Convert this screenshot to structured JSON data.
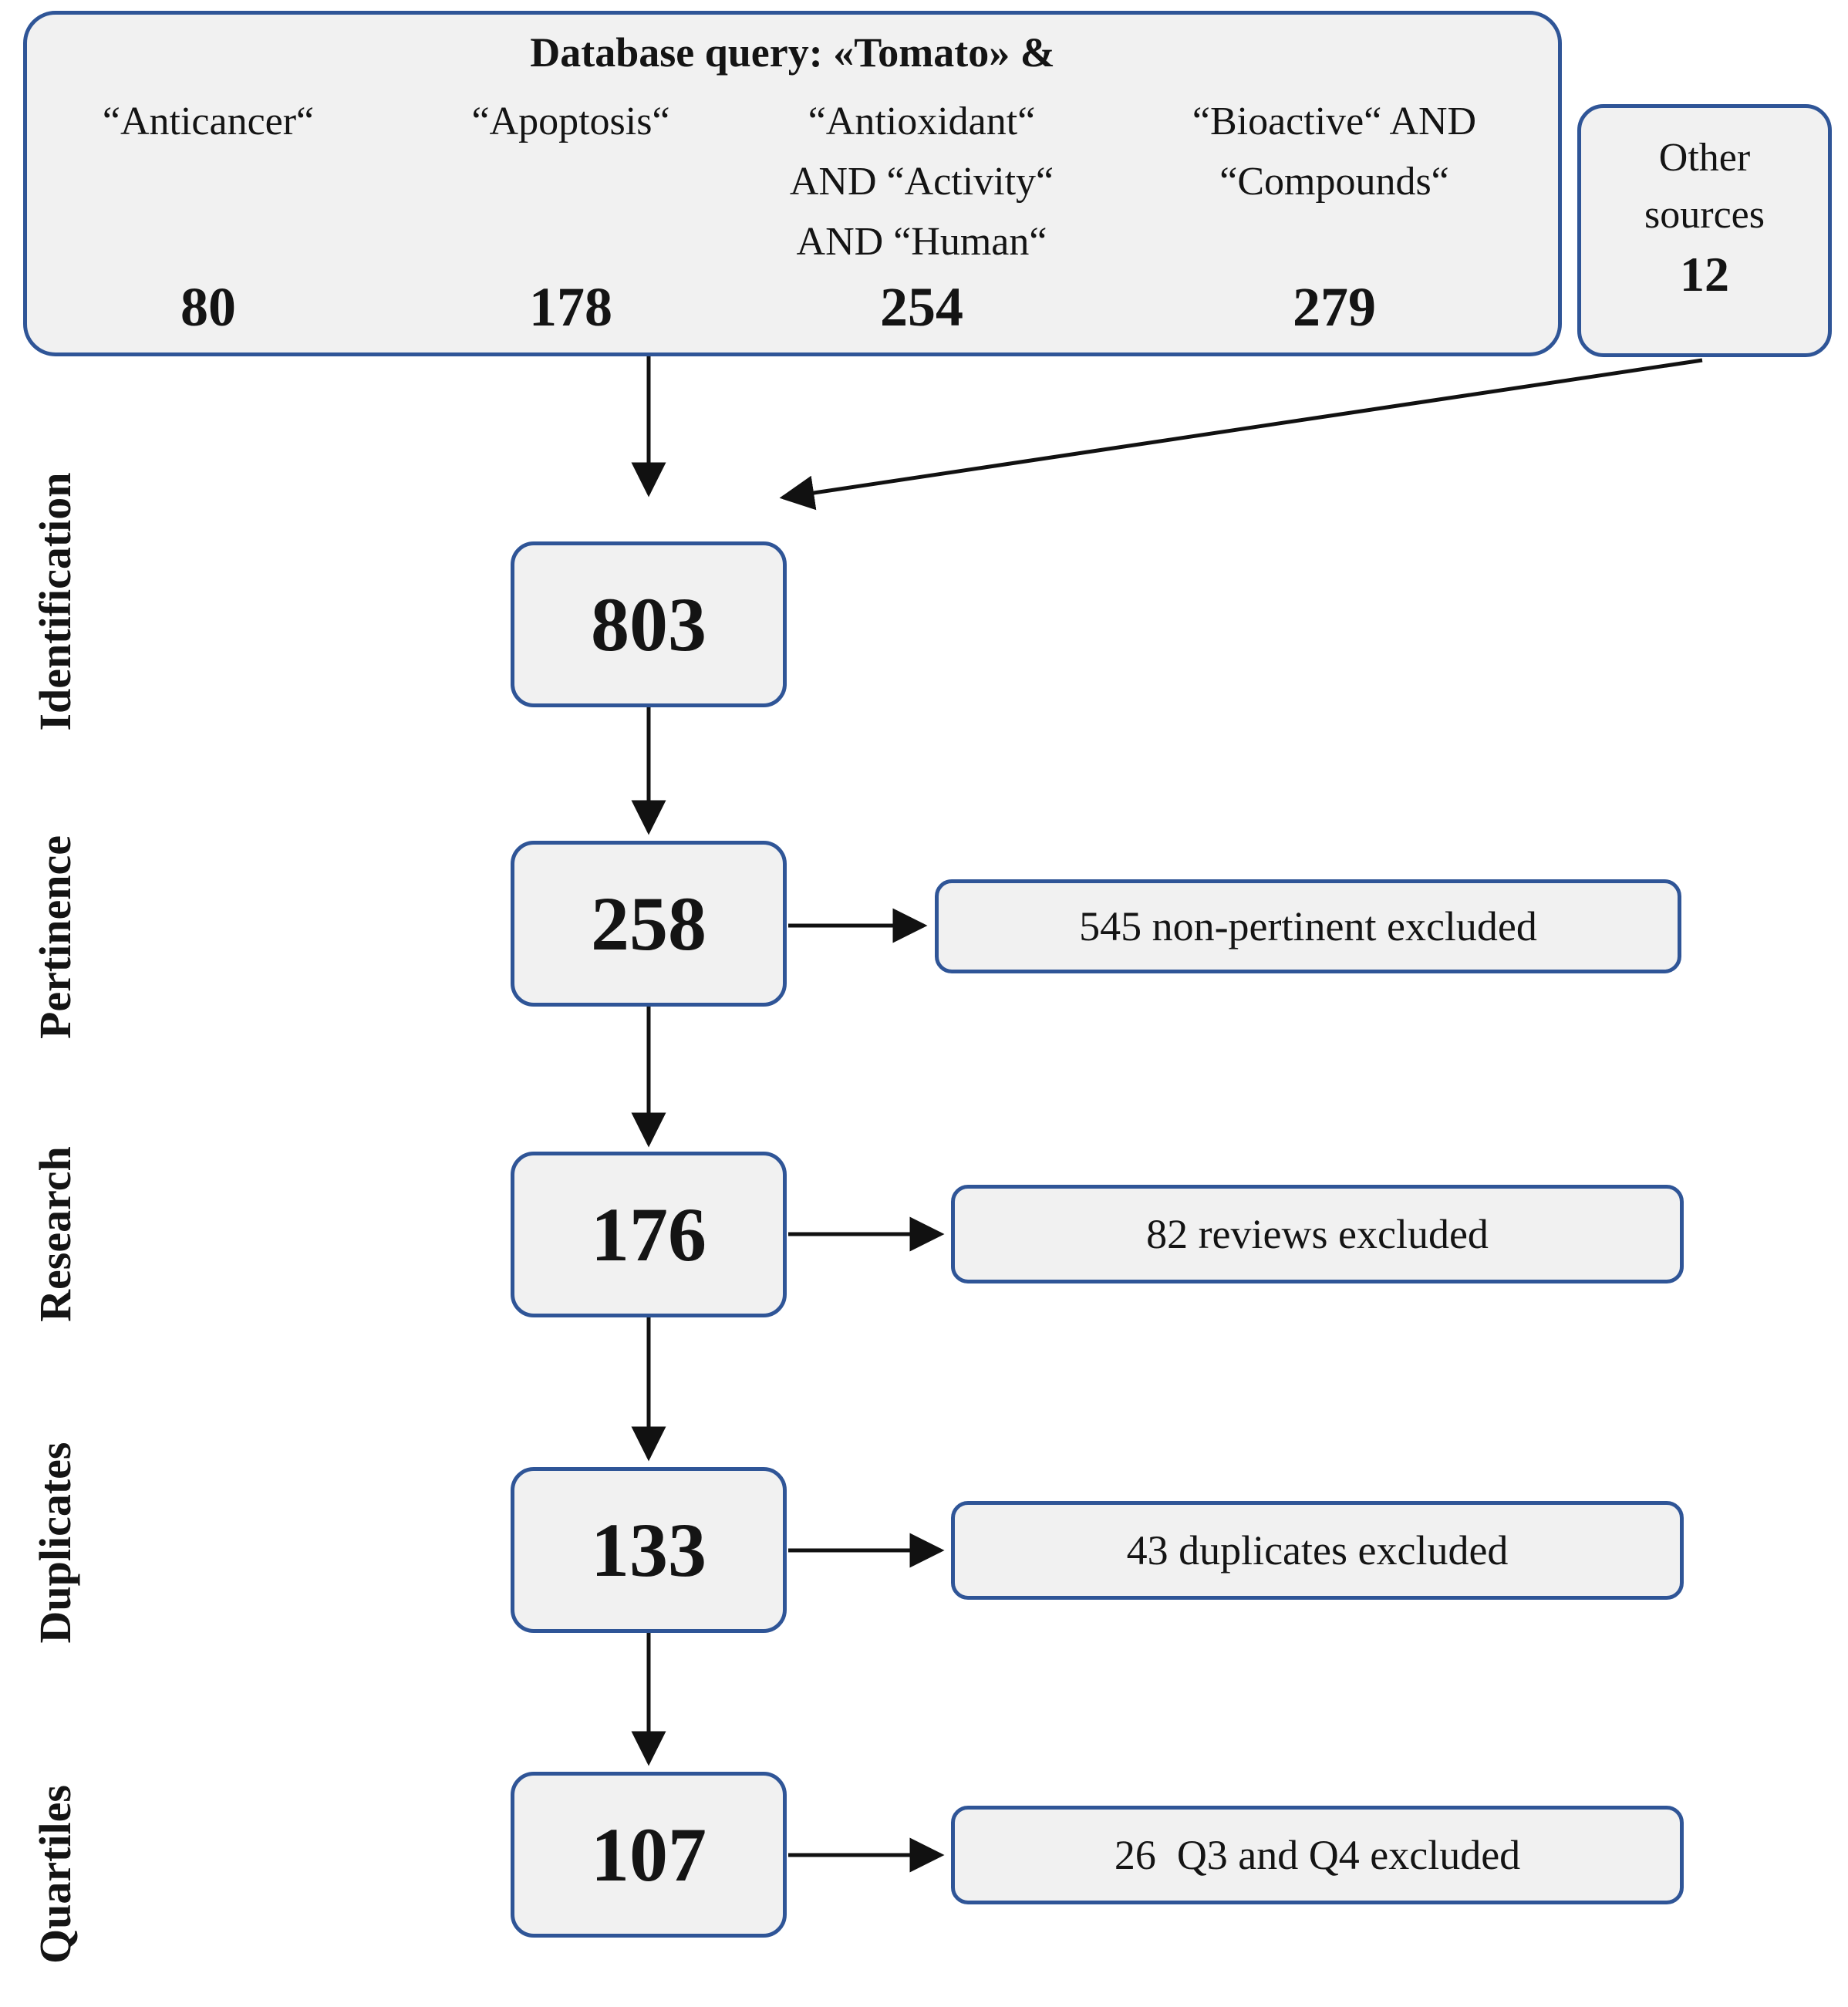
{
  "top_box": {
    "title": "Database query: «Tomato» &",
    "columns": [
      {
        "lines": [
          "“Anticancer“"
        ],
        "count": "80"
      },
      {
        "lines": [
          "“Apoptosis“"
        ],
        "count": "178"
      },
      {
        "lines": [
          "“Antioxidant“",
          "AND “Activity“",
          "AND “Human“"
        ],
        "count": "254"
      },
      {
        "lines": [
          "“Bioactive“ AND",
          "“Compounds“"
        ],
        "count": "279"
      }
    ]
  },
  "other_sources": {
    "line1": "Other",
    "line2": "sources",
    "count": "12"
  },
  "stages": [
    "Identification",
    "Pertinence",
    "Research",
    "Duplicates",
    "Quartiles"
  ],
  "flow": [
    {
      "count": "803"
    },
    {
      "count": "258",
      "exclusion": "545 non-pertinent excluded"
    },
    {
      "count": "176",
      "exclusion": "82 reviews excluded"
    },
    {
      "count": "133",
      "exclusion": "43 duplicates excluded"
    },
    {
      "count": "107",
      "exclusion": "26  Q3 and Q4 excluded"
    }
  ],
  "colors": {
    "border_blue": "#2F5597",
    "box_fill": "#f1f1f1",
    "arrow_black": "#111111"
  }
}
